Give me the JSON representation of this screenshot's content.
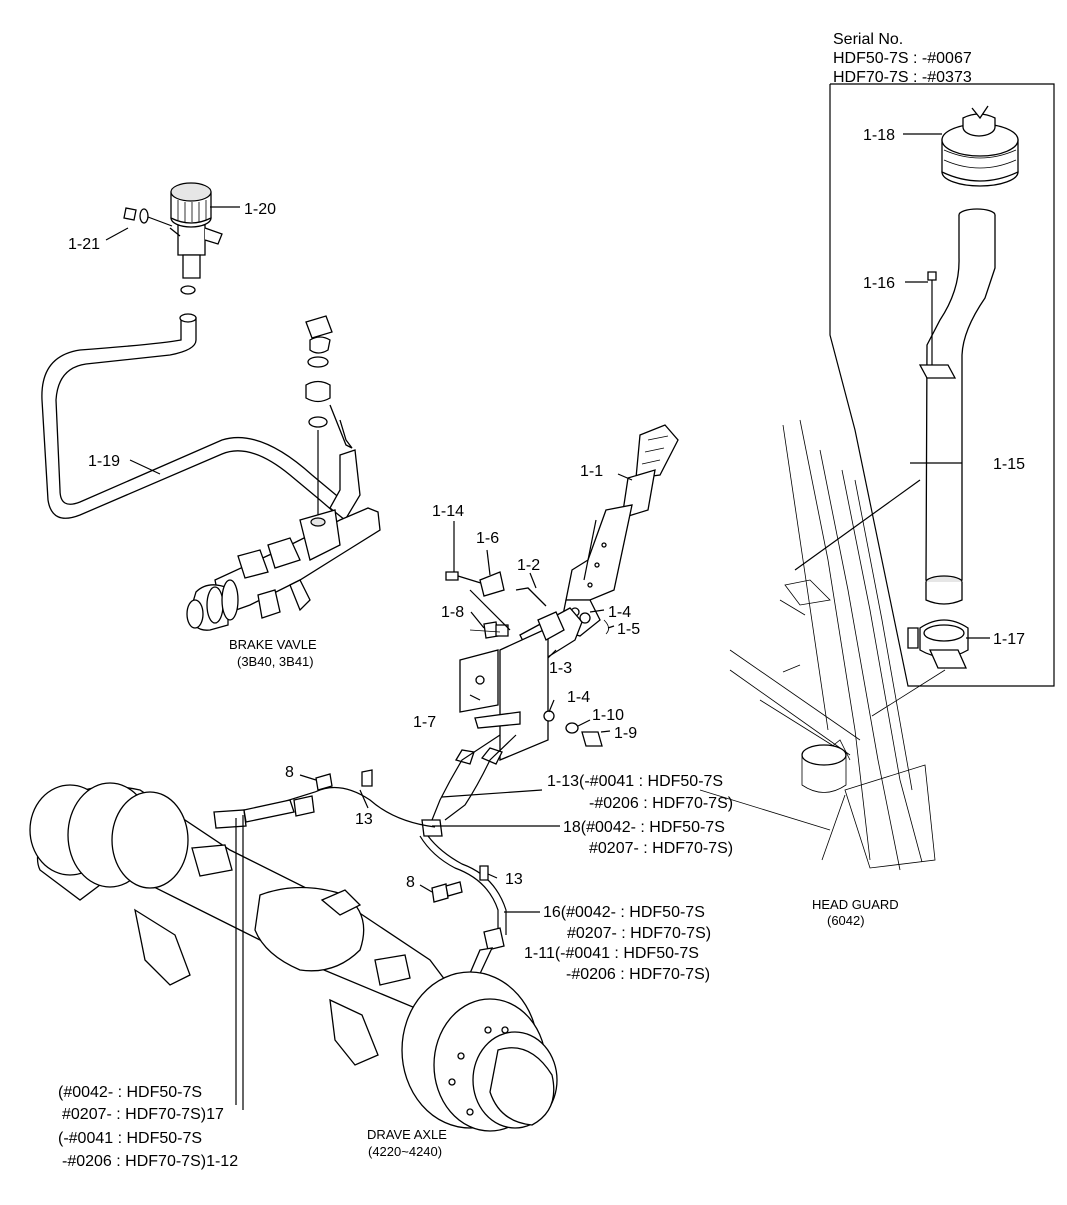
{
  "serial": {
    "title": "Serial No.",
    "line1": "HDF50-7S : -#0067",
    "line2": "HDF70-7S : -#0373"
  },
  "labels": {
    "p1_1": "1-1",
    "p1_2": "1-2",
    "p1_3": "1-3",
    "p1_4a": "1-4",
    "p1_4b": "1-4",
    "p1_5": "1-5",
    "p1_6": "1-6",
    "p1_7": "1-7",
    "p1_8": "1-8",
    "p1_9": "1-9",
    "p1_10": "1-10",
    "p1_14": "1-14",
    "p1_15": "1-15",
    "p1_16": "1-16",
    "p1_17": "1-17",
    "p1_18": "1-18",
    "p1_19": "1-19",
    "p1_20": "1-20",
    "p1_21": "1-21",
    "p8a": "8",
    "p8b": "8",
    "p13a": "13",
    "p13b": "13"
  },
  "multi": {
    "l1_13a": "1-13(-#0041 : HDF50-7S",
    "l1_13b": "-#0206 : HDF70-7S)",
    "l18a": "18(#0042- : HDF50-7S",
    "l18b": "#0207- : HDF70-7S)",
    "l16a": "16(#0042- : HDF50-7S",
    "l16b": "#0207- : HDF70-7S)",
    "l1_11a": "1-11(-#0041 : HDF50-7S",
    "l1_11b": "-#0206 : HDF70-7S)",
    "l17a": "(#0042- : HDF50-7S",
    "l17b": "#0207- : HDF70-7S)17",
    "l1_12a": "(-#0041 : HDF50-7S",
    "l1_12b": "-#0206 : HDF70-7S)1-12"
  },
  "captions": {
    "brake_valve": "BRAKE VAVLE",
    "brake_valve_code": "(3B40, 3B41)",
    "head_guard": "HEAD GUARD",
    "head_guard_code": "(6042)",
    "drive_axle": "DRAVE AXLE",
    "drive_axle_code": "(4220~4240)"
  }
}
